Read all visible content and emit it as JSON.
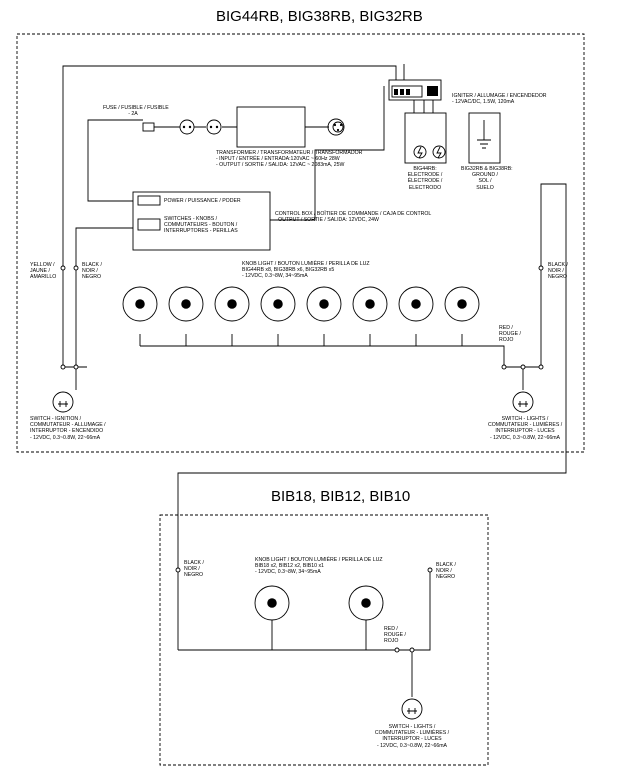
{
  "sections": {
    "top_title": "BIG44RB, BIG38RB, BIG32RB",
    "bottom_title": "BIB18, BIB12, BIB10"
  },
  "labels": {
    "fuse": [
      "FUSE / FUSIBLE / FUSIBLE",
      "- 2A"
    ],
    "transformer": [
      "TRANSFORMER / TRANSFORMATEUR / TRANSFORMADOR",
      "- INPUT / ENTRÉE / ENTRADA:120VAC ~ 60Hz 28W",
      "- OUTPUT / SORTIE / SALIDA: 12VAC ~ 2083mA, 25W"
    ],
    "igniter": [
      "IGNITER / ALLUMAGE / ENCENDEDOR",
      "- 12VAC/DC, 1.5W, 120mA"
    ],
    "big44rb_electrode": [
      "BIG44RB:",
      "ELECTRODE /",
      "ÉLECTRODE /",
      "ELECTRODO"
    ],
    "big32rb_ground": [
      "BIG32RB & BIG38RB:",
      "GROUND /",
      "SOL /",
      "SUELO"
    ],
    "power": "POWER / PUISSANCE / PODER",
    "switches": [
      "SWITCHES - KNOBS /",
      "COMMUTATEURS - BOUTON /",
      "INTERRUPTORES - PERILLAS"
    ],
    "control_box": [
      "CONTROL BOX / BOÎTIER DE COMMANDE / CAJA DE CONTROL",
      "- OUTPUT / SORTIE / SALIDA: 12VDC, 24W"
    ],
    "yellow": [
      "YELLOW /",
      "JAUNE /",
      "AMARILLO"
    ],
    "black_left": [
      "BLACK /",
      "NOIR /",
      "NEGRO"
    ],
    "black_right": [
      "BLACK /",
      "NOIR /",
      "NEGRO"
    ],
    "knob_light_top": [
      "KNOB LIGHT / BOUTON LUMIÈRE / PERILLA DE LUZ",
      "BIG44RB x8, BIG38RB x6, BIG32RB x5",
      "- 12VDC, 0.3~8W, 34~95mA"
    ],
    "red_top": [
      "RED /",
      "ROUGE /",
      "ROJO"
    ],
    "switch_ignition": [
      "SWITCH - IGNITION /",
      "COMMUTATEUR - ALLUMAGE /",
      "INTERRUPTOR - ENCENDIDO",
      "- 12VDC, 0.3~0.8W, 22~66mA"
    ],
    "switch_lights_top": [
      "SWITCH - LIGHTS /",
      "COMMUTATEUR - LUMIÈRES /",
      "INTERRUPTOR - LUCES",
      "- 12VDC, 0.3~0.8W, 22~66mA"
    ],
    "black_bottom_left": [
      "BLACK /",
      "NOIR /",
      "NEGRO"
    ],
    "black_bottom_right": [
      "BLACK /",
      "NOIR /",
      "NEGRO"
    ],
    "knob_light_bottom": [
      "KNOB LIGHT / BOUTON LUMIÈRE / PERILLA DE LUZ",
      "BIB18 x2, BIB12 x2, BIB10 x1",
      "- 12VDC, 0.3~8W, 34~95mA"
    ],
    "red_bottom": [
      "RED /",
      "ROUGE /",
      "ROJO"
    ],
    "switch_lights_bottom": [
      "SWITCH - LIGHTS /",
      "COMMUTATEUR - LUMIÈRES /",
      "INTERRUPTOR - LUCES",
      "- 12VDC, 0.3~0.8W, 22~66mA"
    ]
  },
  "components": {
    "top_knob_count": 8,
    "bottom_knob_count": 2
  },
  "colors": {
    "line": "#000000",
    "background": "#ffffff"
  },
  "icons": {
    "electrode": "lightning-bolt-in-circle",
    "ground": "ground-symbol",
    "switch": "push-switch-symbol",
    "outlet": "power-outlet"
  }
}
